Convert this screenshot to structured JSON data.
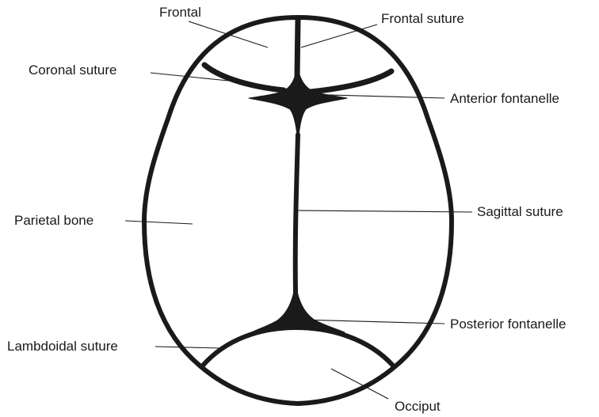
{
  "diagram": {
    "labels": {
      "frontal": "Frontal",
      "frontal_suture": "Frontal suture",
      "coronal_suture": "Coronal suture",
      "anterior_fontanelle": "Anterior fontanelle",
      "sagittal_suture": "Sagittal suture",
      "parietal_bone": "Parietal bone",
      "posterior_fontanelle": "Posterior fontanelle",
      "lambdoidal_suture": "Lambdoidal suture",
      "occiput": "Occiput"
    },
    "colors": {
      "ink": "#1a1a1a",
      "background": "#ffffff"
    }
  }
}
